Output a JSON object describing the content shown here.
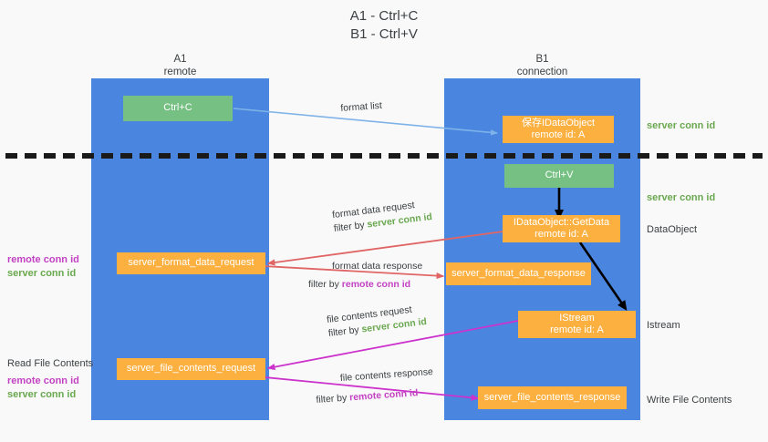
{
  "title": {
    "line1": "A1 - Ctrl+C",
    "line2": "B1 - Ctrl+V"
  },
  "lanes": [
    {
      "id": "a1",
      "name": "A1",
      "role": "remote"
    },
    {
      "id": "b1",
      "name": "B1",
      "role": "connection"
    }
  ],
  "nodes": {
    "ctrl_c": {
      "label": "Ctrl+C",
      "sub": ""
    },
    "save_idataobject": {
      "label": "保存IDataObject",
      "sub": "remote id: A"
    },
    "ctrl_v": {
      "label": "Ctrl+V",
      "sub": ""
    },
    "getdata": {
      "label": "IDataObject::GetData",
      "sub": "remote id: A"
    },
    "format_data_request": {
      "label": "server_format_data_request",
      "sub": ""
    },
    "format_data_response": {
      "label": "server_format_data_response",
      "sub": ""
    },
    "istream": {
      "label": "IStream",
      "sub": "remote id: A"
    },
    "file_contents_request": {
      "label": "server_file_contents_request",
      "sub": ""
    },
    "file_contents_response": {
      "label": "server_file_contents_response",
      "sub": ""
    }
  },
  "edges": {
    "format_list": {
      "line1": "format list"
    },
    "format_data_request": {
      "line1": "format data request",
      "line2_prefix": "filter by ",
      "line2_key": "server conn id"
    },
    "format_data_response": {
      "line1": "format data response",
      "line2_prefix": "filter by ",
      "line2_key": "remote conn id"
    },
    "file_contents_request": {
      "line1": "file contents request",
      "line2_prefix": "filter by ",
      "line2_key": "server conn id"
    },
    "file_contents_response": {
      "line1": "file contents response",
      "line2_prefix": "filter by ",
      "line2_key": "remote conn id"
    }
  },
  "annotations": {
    "server_conn_id_top": "server conn id",
    "server_conn_id_mid": "server conn id",
    "dataobject": "DataObject",
    "istream": "Istream",
    "write_file_contents": "Write File Contents",
    "read_file_contents": "Read File Contents",
    "left_mid_remote": "remote conn id",
    "left_mid_server": "server conn id",
    "left_bottom_remote": "remote conn id",
    "left_bottom_server": "server conn id"
  },
  "colors": {
    "lane": "#4a86e0",
    "node_green": "#76c084",
    "node_orange": "#fbb040",
    "server_conn_id": "#6aa84f",
    "remote_conn_id": "#c341c3",
    "arrow_blue": "#7fb3e8",
    "arrow_red": "#e06666",
    "arrow_magenta": "#cc33cc",
    "arrow_black": "#000000",
    "background": "#f9f9f9"
  }
}
